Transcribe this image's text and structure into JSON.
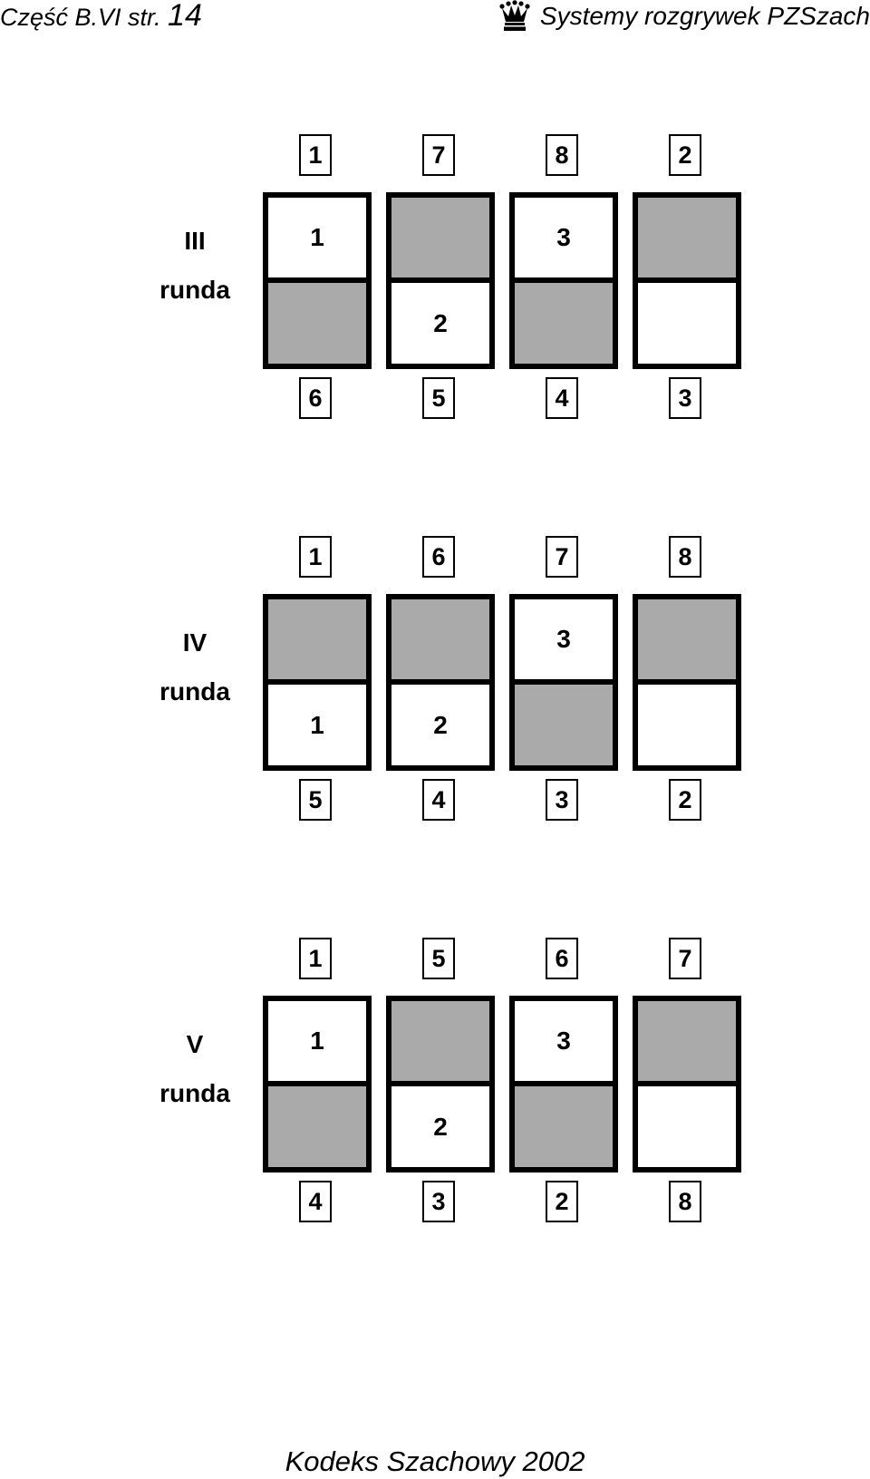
{
  "header": {
    "left_text": "Część B.VI str.",
    "page_number": "14",
    "right_text": "Systemy rozgrywek PZSzach",
    "icon": "queen-icon"
  },
  "footer": {
    "text": "Kodeks Szachowy 2002"
  },
  "colors": {
    "shaded": "#aaaaaa",
    "unshaded": "#ffffff",
    "border": "#000000"
  },
  "rounds": [
    {
      "label": "III",
      "label_word": "runda",
      "top_numbers": [
        "1",
        "7",
        "8",
        "2"
      ],
      "bottom_numbers": [
        "6",
        "5",
        "4",
        "3"
      ],
      "boards": [
        {
          "top": {
            "shade": "white",
            "text": "1"
          },
          "bottom": {
            "shade": "gray",
            "text": ""
          }
        },
        {
          "top": {
            "shade": "gray",
            "text": ""
          },
          "bottom": {
            "shade": "white",
            "text": "2"
          }
        },
        {
          "top": {
            "shade": "white",
            "text": "3"
          },
          "bottom": {
            "shade": "gray",
            "text": ""
          }
        },
        {
          "top": {
            "shade": "gray",
            "text": ""
          },
          "bottom": {
            "shade": "white",
            "text": ""
          }
        }
      ]
    },
    {
      "label": "IV",
      "label_word": "runda",
      "top_numbers": [
        "1",
        "6",
        "7",
        "8"
      ],
      "bottom_numbers": [
        "5",
        "4",
        "3",
        "2"
      ],
      "boards": [
        {
          "top": {
            "shade": "gray",
            "text": ""
          },
          "bottom": {
            "shade": "white",
            "text": "1"
          }
        },
        {
          "top": {
            "shade": "gray",
            "text": ""
          },
          "bottom": {
            "shade": "white",
            "text": "2"
          }
        },
        {
          "top": {
            "shade": "white",
            "text": "3"
          },
          "bottom": {
            "shade": "gray",
            "text": ""
          }
        },
        {
          "top": {
            "shade": "gray",
            "text": ""
          },
          "bottom": {
            "shade": "white",
            "text": ""
          }
        }
      ]
    },
    {
      "label": "V",
      "label_word": "runda",
      "top_numbers": [
        "1",
        "5",
        "6",
        "7"
      ],
      "bottom_numbers": [
        "4",
        "3",
        "2",
        "8"
      ],
      "boards": [
        {
          "top": {
            "shade": "white",
            "text": "1"
          },
          "bottom": {
            "shade": "gray",
            "text": ""
          }
        },
        {
          "top": {
            "shade": "gray",
            "text": ""
          },
          "bottom": {
            "shade": "white",
            "text": "2"
          }
        },
        {
          "top": {
            "shade": "white",
            "text": "3"
          },
          "bottom": {
            "shade": "gray",
            "text": ""
          }
        },
        {
          "top": {
            "shade": "gray",
            "text": ""
          },
          "bottom": {
            "shade": "white",
            "text": ""
          }
        }
      ]
    }
  ]
}
